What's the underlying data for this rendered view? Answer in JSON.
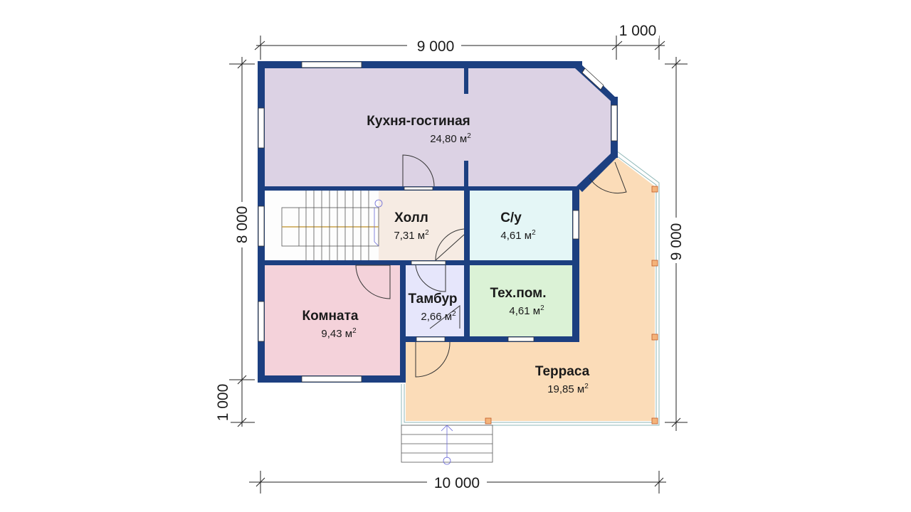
{
  "rooms": {
    "kitchen": {
      "name": "Кухня-гостиная",
      "area": "24,80 м",
      "color": "#dcd2e4"
    },
    "hall": {
      "name": "Холл",
      "area": "7,31 м",
      "color": "#f6ebe3"
    },
    "bath": {
      "name": "С/у",
      "area": "4,61 м",
      "color": "#e4f6f6"
    },
    "vestibule": {
      "name": "Тамбур",
      "area": "2,66 м",
      "color": "#e6e6fb"
    },
    "tech": {
      "name": "Тех.пом.",
      "area": "4,61 м",
      "color": "#dbf2d6"
    },
    "room": {
      "name": "Комната",
      "area": "9,43 м",
      "color": "#f4d2da"
    },
    "terrace": {
      "name": "Терраса",
      "area": "19,85 м",
      "color": "#fbdcb8"
    },
    "stairs": {
      "color": "#fdfdfd"
    }
  },
  "area_unit_exponent": "2",
  "dimensions": {
    "top_main": "9 000",
    "top_extra": "1 000",
    "left_main": "8 000",
    "left_extra": "1 000",
    "right": "9 000",
    "bottom": "10 000"
  },
  "colors": {
    "wall": "#1c3f80",
    "dimension_line": "#222222"
  }
}
